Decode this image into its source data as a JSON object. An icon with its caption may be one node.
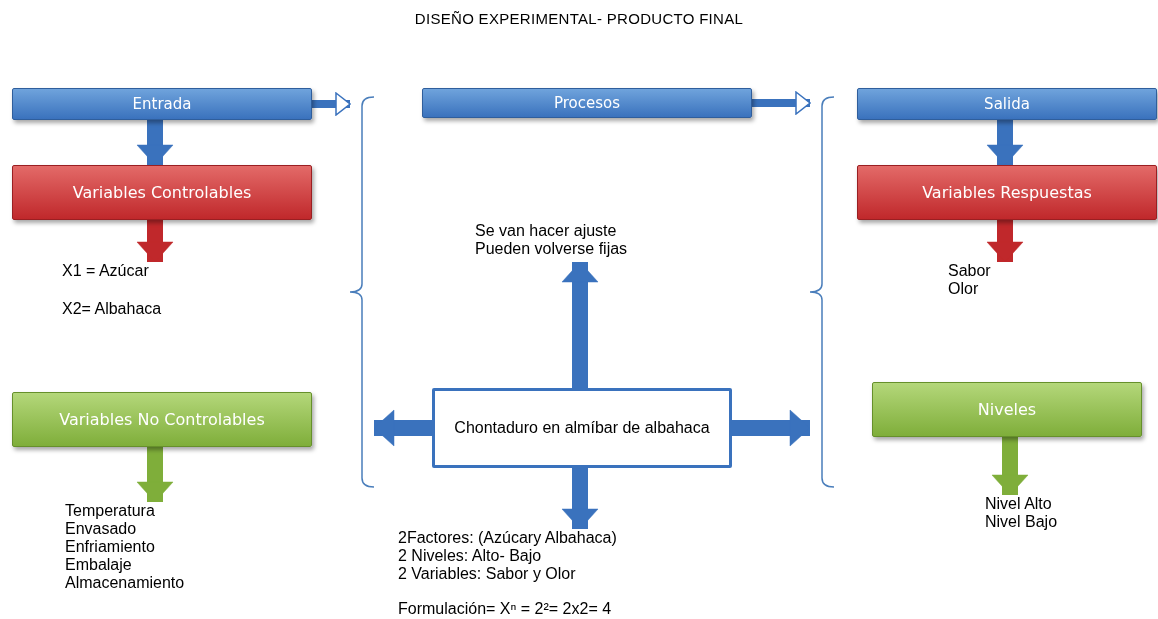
{
  "diagram": {
    "title": "DISEÑO  EXPERIMENTAL- PRODUCTO FINAL",
    "nodes": [
      {
        "text": [
          "Entrada"
        ]
      },
      {
        "text": [],
        "shape": "bracket"
      },
      {
        "text": [
          "Procesos"
        ]
      },
      {
        "text": [],
        "shape": "bracket"
      },
      {
        "text": [
          "Salida"
        ]
      },
      {
        "text": [
          "Variables  Controlables"
        ]
      },
      {
        "text": [
          "Se van hacer  ajuste",
          "Pueden volverse fijas"
        ]
      },
      {
        "text": [
          "Variables Respuestas"
        ]
      },
      {
        "text": [
          "X1 = Azúcar",
          "X2= Albahaca"
        ]
      },
      {
        "text": [
          "Sabor",
          "Olor"
        ]
      },
      {
        "text": [
          "Variables  No Controlables"
        ]
      },
      {
        "text": [
          "Chontaduro en almíbar de albahaca"
        ]
      },
      {
        "text": [
          "Niveles"
        ]
      },
      {
        "text": [
          "Temperatura",
          "Envasado",
          "Enfriamiento",
          "Embalaje",
          "Almacenamiento"
        ]
      },
      {
        "text": [
          "Nivel Alto",
          "Nivel Bajo"
        ]
      },
      {
        "text": [
          "2Factores: (Azúcary Albahaca)",
          "2 Niveles: Alto- Bajo",
          "2 Variables:  Sabor y Olor",
          "Formulación=  Xⁿ  = 2²= 2x2= 4"
        ]
      }
    ],
    "edges": [
      {
        "from": 0,
        "to": 1,
        "arrow": "to"
      },
      {
        "from": 2,
        "to": 3,
        "arrow": "to"
      },
      {
        "from": 0,
        "to": 5,
        "arrow": "to"
      },
      {
        "from": 4,
        "to": 7,
        "arrow": "to"
      },
      {
        "from": 5,
        "to": 8,
        "arrow": "to",
        "color": "#c0282b"
      },
      {
        "from": 7,
        "to": 9,
        "arrow": "to",
        "color": "#c0282b"
      },
      {
        "from": 10,
        "to": 13,
        "arrow": "to",
        "color": "#7fae3a"
      },
      {
        "from": 12,
        "to": 14,
        "arrow": "to",
        "color": "#7fae3a"
      },
      {
        "from": 11,
        "to": 6,
        "arrow": "to"
      },
      {
        "from": 11,
        "to": 1,
        "arrow": "to"
      },
      {
        "from": 11,
        "to": 3,
        "arrow": "to"
      },
      {
        "from": 11,
        "to": 15,
        "arrow": "to"
      }
    ]
  }
}
